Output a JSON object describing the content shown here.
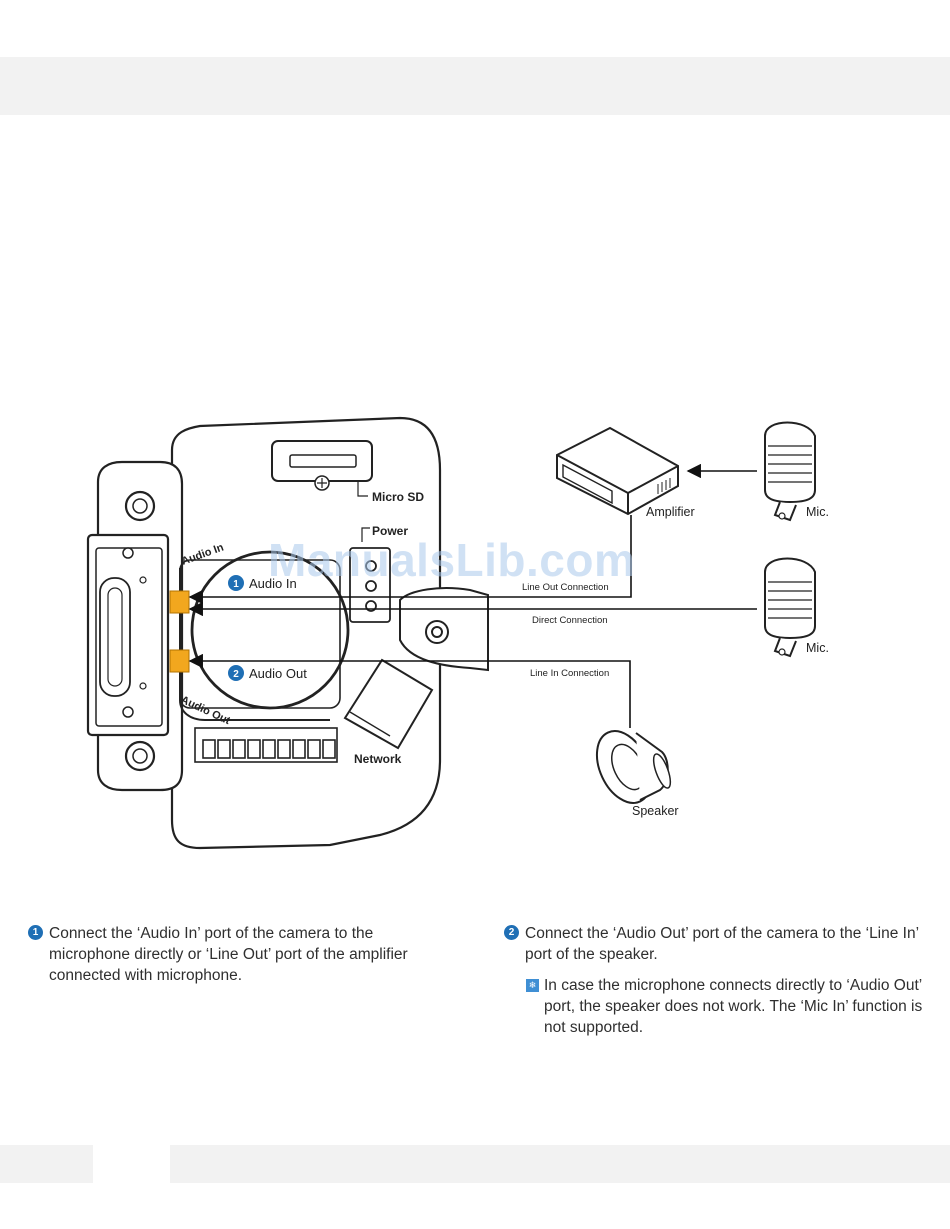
{
  "watermark": "ManualsLib.com",
  "diagram": {
    "micro_sd": "Micro SD",
    "power": "Power",
    "audio_in_port": "Audio In",
    "audio_out_port": "Audio Out",
    "callout_1_num": "1",
    "callout_1": "Audio In",
    "callout_2_num": "2",
    "callout_2": "Audio Out",
    "network": "Network",
    "amplifier": "Amplifier",
    "mic_top": "Mic.",
    "mic_mid": "Mic.",
    "speaker": "Speaker",
    "line_out_connection": "Line Out Connection",
    "direct_connection": "Direct Connection",
    "line_in_connection": "Line In Connection"
  },
  "steps": {
    "step1_num": "1",
    "step1_text": "Connect the ‘Audio In’ port of the camera to the microphone directly or ‘Line Out’ port of the amplifier connected with microphone.",
    "step2_num": "2",
    "step2_text": "Connect the ‘Audio Out’ port of the camera to the ‘Line In’ port of the speaker.",
    "note_icon": "note-icon",
    "note_text": "In case the microphone connects directly to ‘Audio Out’ port, the speaker does not work. The ‘Mic In’ function is not supported."
  }
}
